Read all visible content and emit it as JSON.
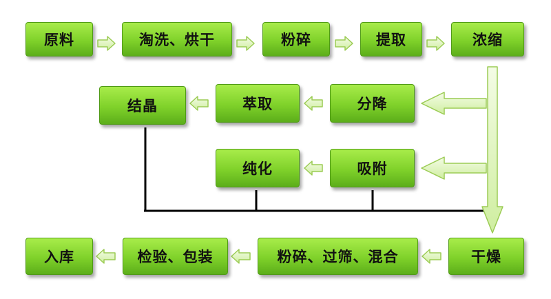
{
  "nodes": {
    "yuanliao": "原料",
    "taoxi_honggan": "淘洗、烘干",
    "fensui_1": "粉碎",
    "tiqu": "提取",
    "nongsuo": "浓缩",
    "fenjiang": "分降",
    "cuiqu": "萃取",
    "jiejing": "结晶",
    "xifu": "吸附",
    "chunhua": "纯化",
    "ganzao": "干燥",
    "fensui_guoshai_hunhe": "粉碎、过筛、混合",
    "jianyan_baozhuang": "检验、包装",
    "ruku": "入库"
  },
  "colors": {
    "box_top": "#a8ec4a",
    "box_bottom": "#5cae1a",
    "arrow_fill": "#e6f7c8",
    "arrow_stroke": "#9ccc55",
    "line": "#000000"
  }
}
